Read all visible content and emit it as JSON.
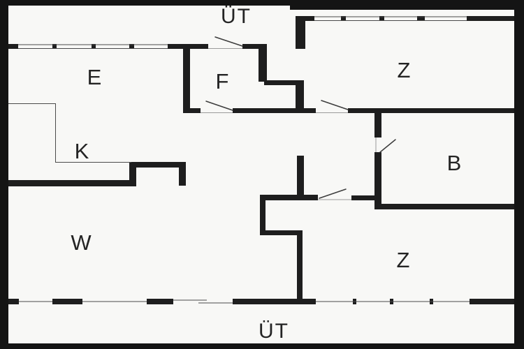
{
  "plan": {
    "type": "floor-plan",
    "colors": {
      "background": "#f8f8f6",
      "wall": "#1e1e1e",
      "frame": "#141414",
      "thin_line": "#4a4a4a",
      "label": "#242424"
    },
    "labels": {
      "ut_top": "ÜT",
      "e": "E",
      "f": "F",
      "z_top": "Z",
      "k": "K",
      "b": "B",
      "w": "W",
      "z_bottom": "Z",
      "ut_bottom": "ÜT"
    }
  }
}
